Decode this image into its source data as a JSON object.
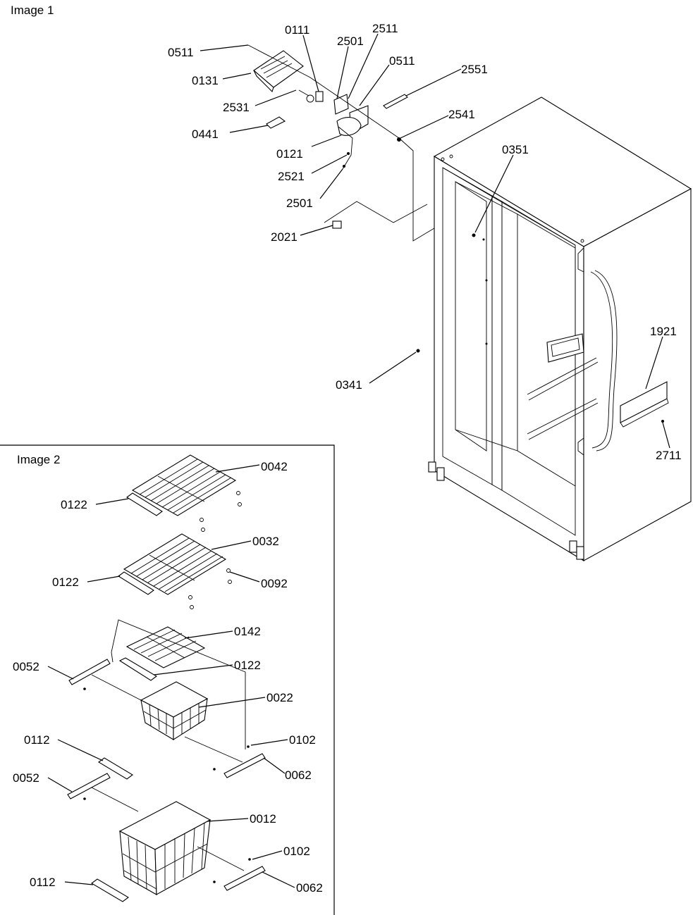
{
  "image1": {
    "title": "Image 1",
    "labels": {
      "p0511a": "0511",
      "p0131": "0131",
      "p0111": "0111",
      "p2501a": "2501",
      "p2511": "2511",
      "p0511b": "0511",
      "p2551": "2551",
      "p2531": "2531",
      "p0441": "0441",
      "p0121": "0121",
      "p2541": "2541",
      "p2521": "2521",
      "p2501b": "2501",
      "p0351": "0351",
      "p2021": "2021",
      "p0341": "0341",
      "p1921": "1921",
      "p2711": "2711"
    }
  },
  "image2": {
    "title": "Image 2",
    "labels": {
      "p0042": "0042",
      "p0122a": "0122",
      "p0032": "0032",
      "p0122b": "0122",
      "p0092": "0092",
      "p0142": "0142",
      "p0052a": "0052",
      "p0122c": "0122",
      "p0022": "0022",
      "p0102a": "0102",
      "p0112a": "0112",
      "p0062a": "0062",
      "p0052b": "0052",
      "p0012": "0012",
      "p0102b": "0102",
      "p0112b": "0112",
      "p0062b": "0062"
    }
  }
}
